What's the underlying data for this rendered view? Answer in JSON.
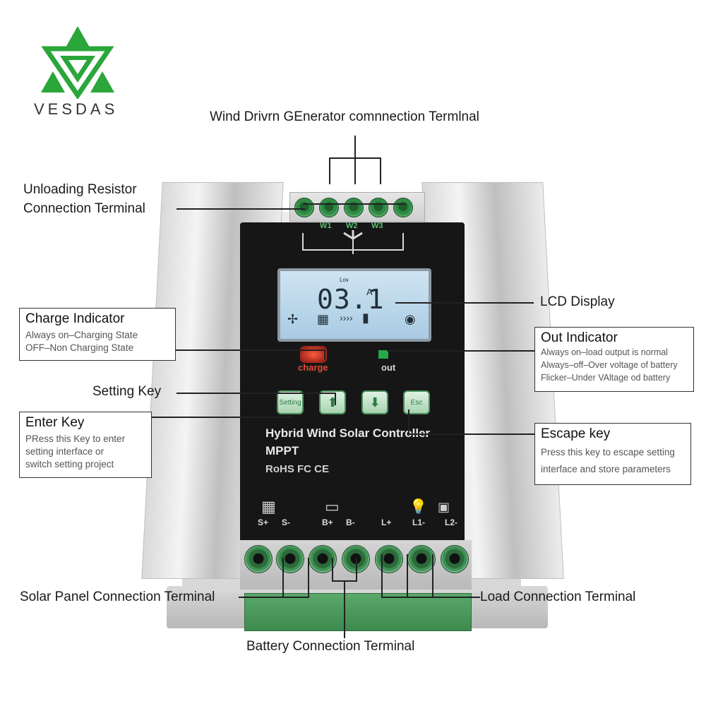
{
  "brand": {
    "name": "VESDAS"
  },
  "callouts": {
    "wind_terminal": "Wind  Drivrn GEnerator comnnection Termlnal",
    "unloading_line1": "Unloading Resistor",
    "unloading_line2": "Connection Terminal",
    "lcd_display": "LCD Display",
    "charge_indicator": {
      "title": "Charge Indicator",
      "line1": "Always on–Charging State",
      "line2": "OFF–Non Charging State"
    },
    "out_indicator": {
      "title": "Out Indicator",
      "line1": "Always on–load output is normal",
      "line2": "Always–off–Over voltage of battery",
      "line3": "Flicker–Under VAltage od battery"
    },
    "setting_key": "Setting Key",
    "enter_key": {
      "title": "Enter Key",
      "line1": "PRess this Key to enter",
      "line2": "setting interface or",
      "line3": "switch setting project"
    },
    "escape_key": {
      "title": "Escape key",
      "line1": "Press this key to escape setting",
      "line2": "interface and store parameters"
    },
    "solar_terminal": "Solar Panel Connection Terminal",
    "load_terminal": "Load Connection Terminal",
    "battery_terminal": "Battery Connection Terminal"
  },
  "device": {
    "wind_labels": [
      "W1",
      "W2",
      "W3"
    ],
    "lcd_reading": "03.1",
    "lcd_unit": "A",
    "lcd_small": "Lov",
    "charge_label": "charge",
    "out_label": "out",
    "keys": [
      "Setting",
      "",
      "",
      "Esc"
    ],
    "product_line1": "Hybrid Wind Solar  Controller",
    "product_line2": "MPPT",
    "cert": "RoHS FC CE",
    "bottom_terms": [
      "S+",
      "S-",
      "B+",
      "B-",
      "L+",
      "L1-",
      "L2-"
    ]
  },
  "colors": {
    "brand_green": "#2aa63a",
    "charge_led": "#c8281c",
    "out_led": "#27a84a"
  }
}
